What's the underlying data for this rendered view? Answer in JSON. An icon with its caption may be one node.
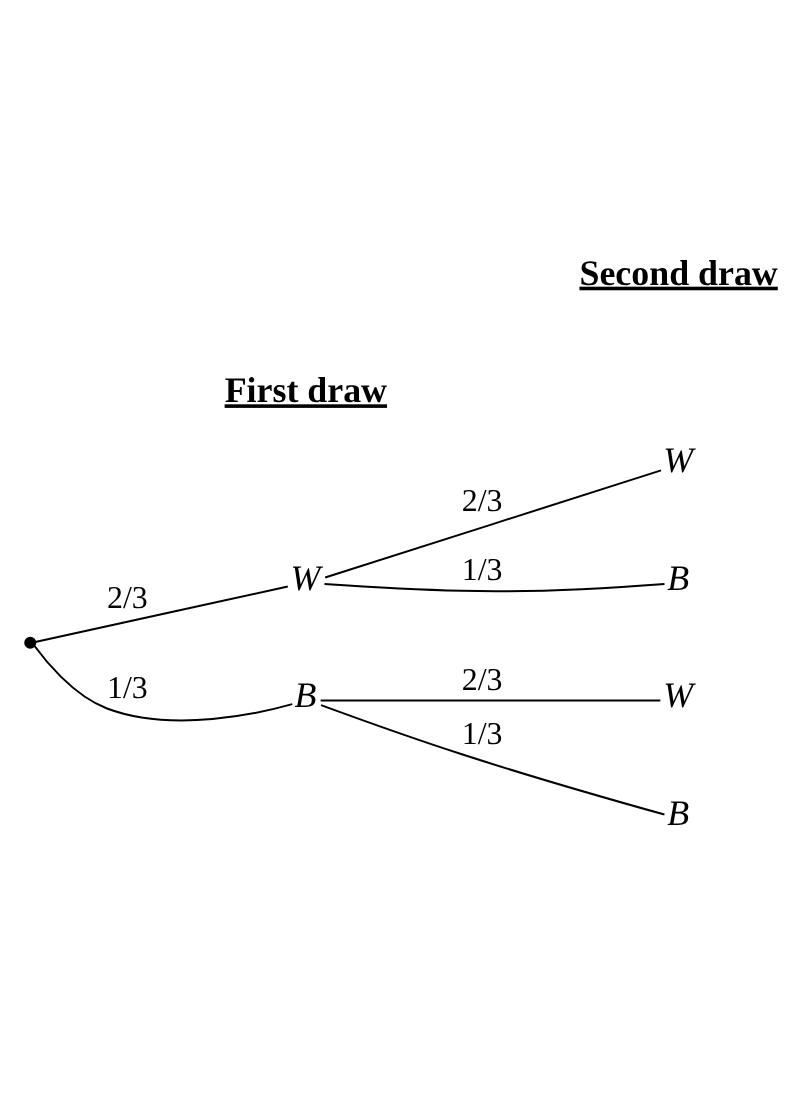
{
  "diagram": {
    "nodes": [
      {
        "text": [],
        "shape": "point"
      },
      {
        "text": [
          "W"
        ]
      },
      {
        "text": [
          "B"
        ]
      },
      {
        "text": [
          "W"
        ]
      },
      {
        "text": [
          "B"
        ]
      },
      {
        "text": [
          "W"
        ]
      },
      {
        "text": [
          "B"
        ]
      }
    ],
    "edges": [
      {
        "from": 0,
        "to": 1,
        "arrow": "none",
        "label": "2/3"
      },
      {
        "from": 0,
        "to": 2,
        "arrow": "none",
        "label": "1/3"
      },
      {
        "from": 1,
        "to": 3,
        "arrow": "none",
        "label": "2/3"
      },
      {
        "from": 1,
        "to": 4,
        "arrow": "none",
        "label": "1/3"
      },
      {
        "from": 2,
        "to": 5,
        "arrow": "none",
        "label": "2/3"
      },
      {
        "from": 2,
        "to": 6,
        "arrow": "none",
        "label": "1/3"
      }
    ],
    "labels": [
      "Second draw",
      "First draw"
    ]
  }
}
